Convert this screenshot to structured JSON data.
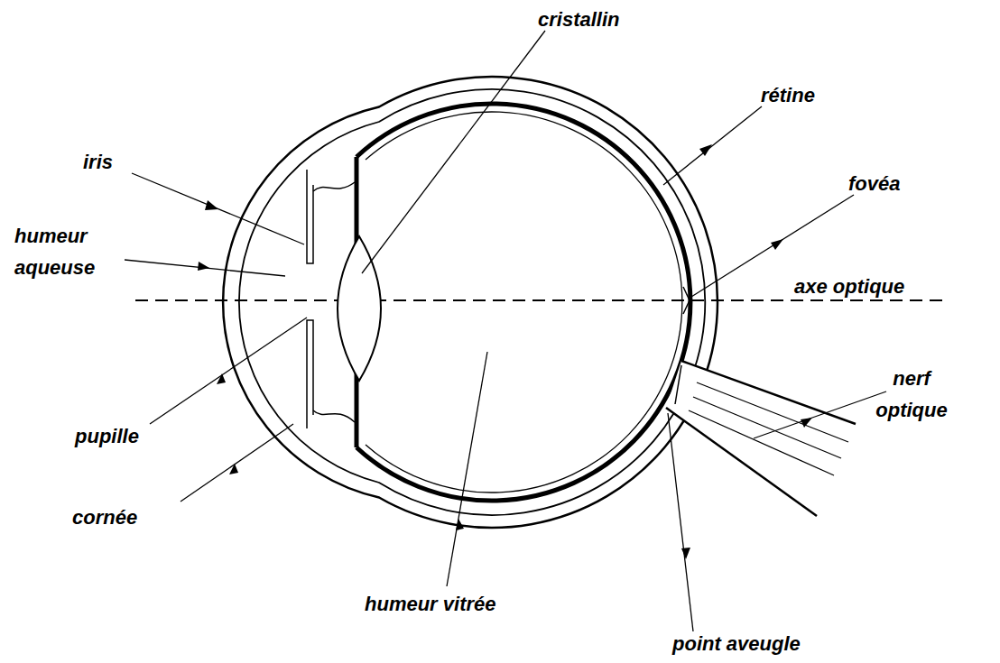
{
  "diagram": {
    "labels": [
      "cristallin",
      "rétine",
      "iris",
      "fovéa",
      "humeur aqueuse",
      "axe optique",
      "nerf optique",
      "pupille",
      "cornée",
      "humeur vitrée",
      "point aveugle"
    ]
  }
}
